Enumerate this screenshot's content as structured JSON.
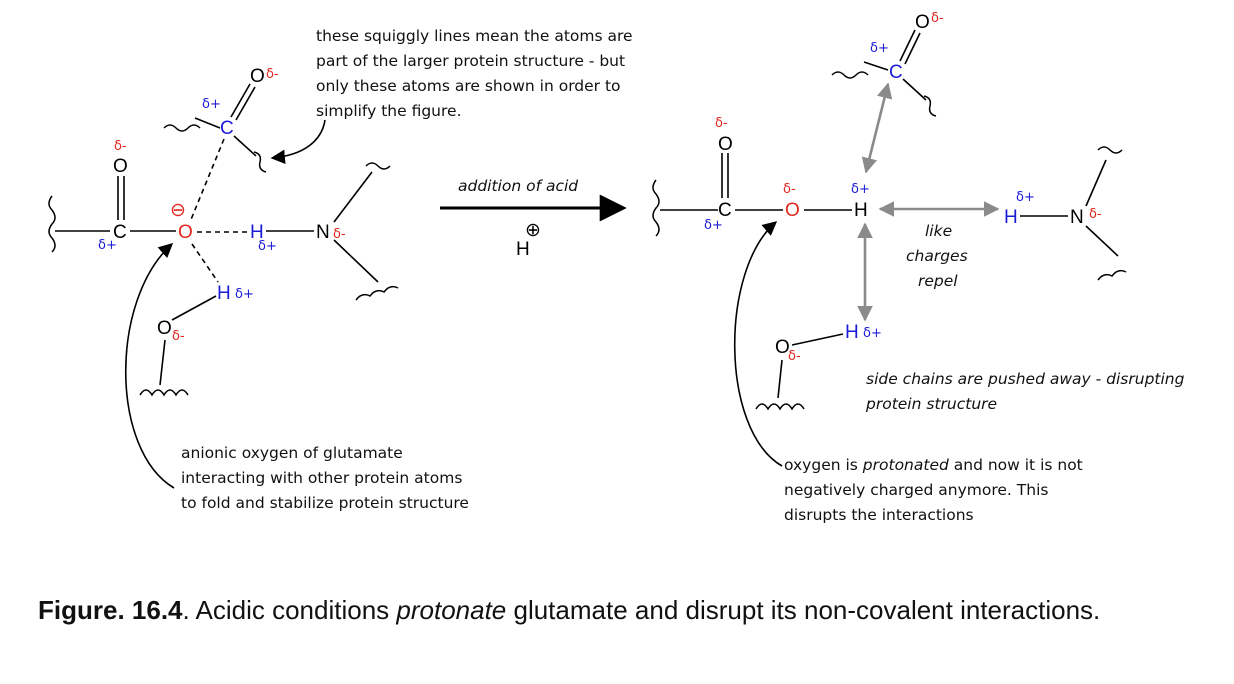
{
  "annotations": {
    "squiggly_note": [
      "these squiggly lines mean the atoms are",
      "part of the larger protein structure - but",
      "only these atoms are shown in order to",
      "simplify the figure."
    ],
    "anionic_note": [
      "anionic oxygen of glutamate",
      "interacting with other protein atoms",
      "to fold and stabilize protein structure"
    ],
    "reaction_label": "addition of acid",
    "repel_note": [
      "like",
      "charges",
      "repel"
    ],
    "side_chain_note": [
      "side chains are pushed away - disrupting",
      "protein structure"
    ],
    "protonated_note": {
      "line1_pre": "oxygen is ",
      "line1_em": "protonated",
      "line1_post": " and now it is not",
      "line2": "negatively charged anymore. This",
      "line3": "disrupts the interactions"
    }
  },
  "atoms": {
    "carbon": "C",
    "oxygen": "O",
    "hydrogen": "H",
    "nitrogen": "N",
    "delta_plus": "δ+",
    "delta_minus": "δ-",
    "negative_charge": "⊖",
    "positive_charge": "⊕"
  },
  "colors": {
    "carbon": "#1b1bd6",
    "oxygen": "#e0281e",
    "hydrogen": "#1b1bd6",
    "nitrogen": "#000000",
    "arrow_grey": "#8a8a8a"
  },
  "caption": {
    "label": "Figure. 16.4",
    "text_pre": ". Acidic conditions ",
    "text_em": "protonate",
    "text_post": " glutamate and disrupt its non-covalent interactions."
  }
}
